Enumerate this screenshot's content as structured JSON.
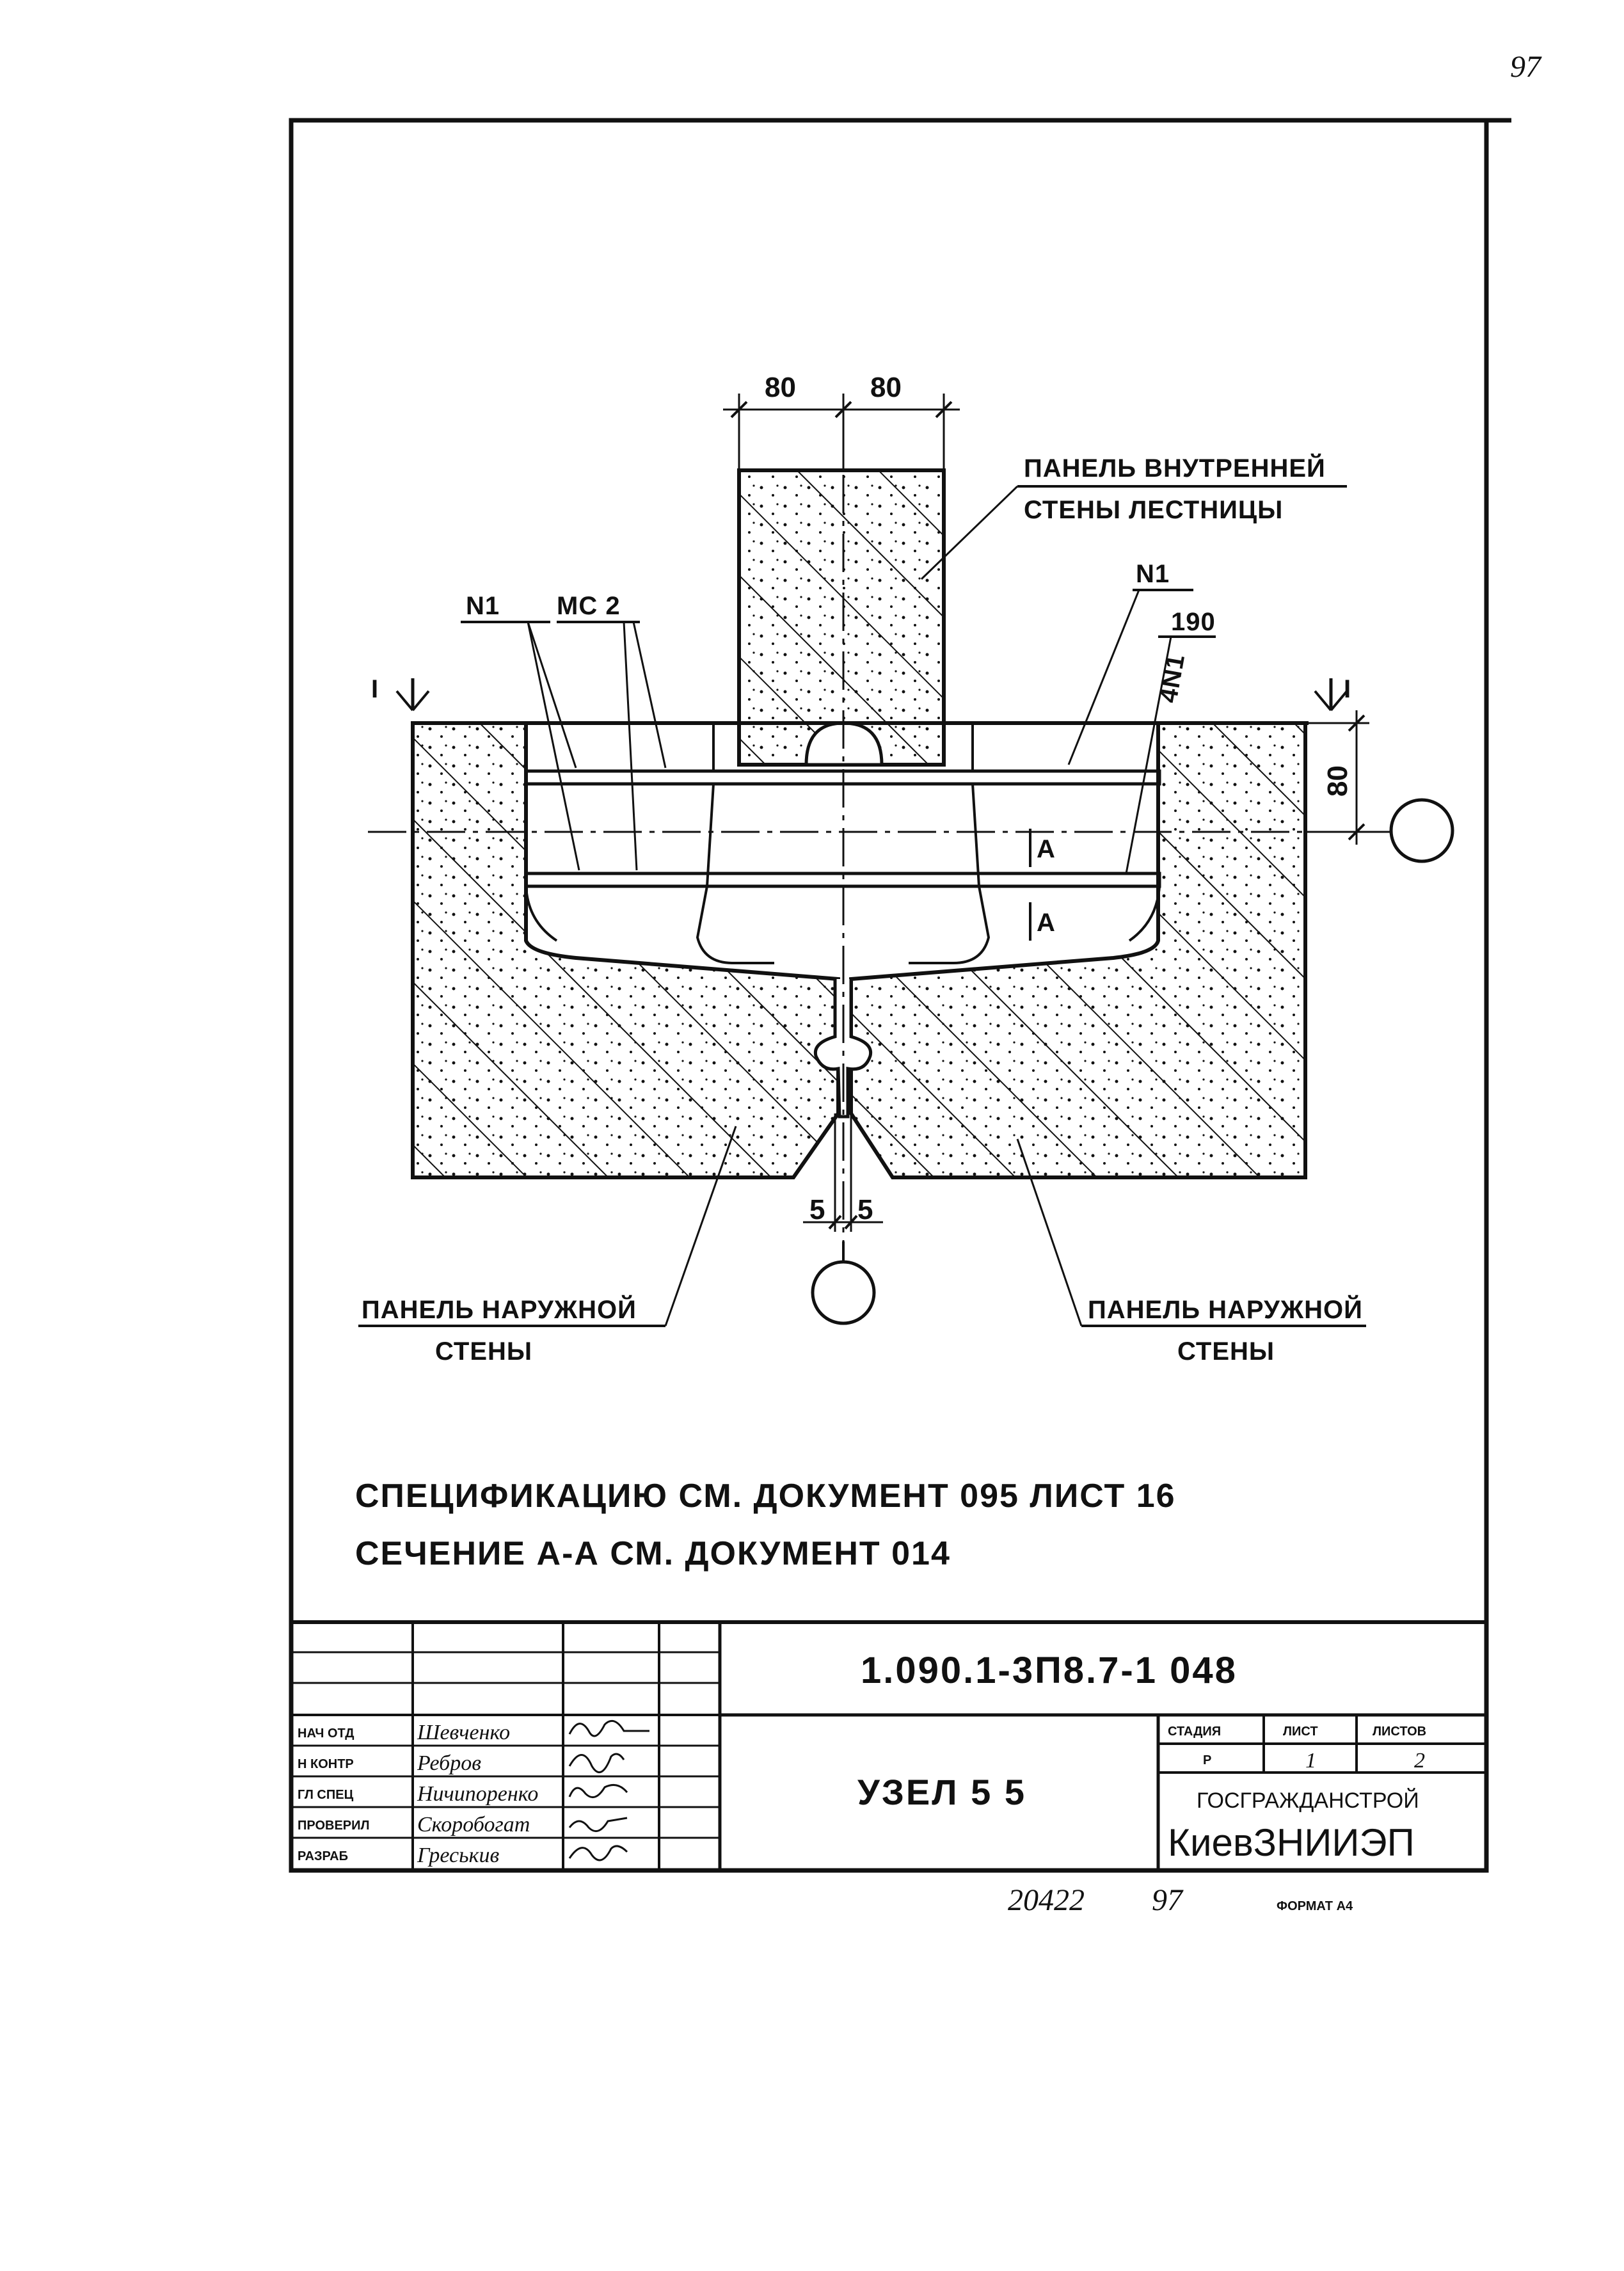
{
  "page": {
    "page_number_handwritten": "97",
    "format_label": "ФОРМАТ А4",
    "inventory_number": "20422",
    "inventory_sheet": "97"
  },
  "drawing": {
    "dims": {
      "top_left": "80",
      "top_right": "80",
      "right_vertical": "80",
      "bottom_left": "5",
      "bottom_right": "5"
    },
    "labels": {
      "inner_panel_line1": "ПАНЕЛЬ ВНУТРЕННЕЙ",
      "inner_panel_line2": "СТЕНЫ ЛЕСТНИЦЫ",
      "n1_left": "N1",
      "mc2": "МС 2",
      "n1_right": "N1",
      "mark_190": "190",
      "mark_4n1": "4N1",
      "section_left": "I",
      "section_right": "I",
      "section_a_upper": "A",
      "section_a_lower": "A",
      "outer_panel_left_line1": "ПАНЕЛЬ НАРУЖНОЙ",
      "outer_panel_left_line2": "СТЕНЫ",
      "outer_panel_right_line1": "ПАНЕЛЬ НАРУЖНОЙ",
      "outer_panel_right_line2": "СТЕНЫ"
    }
  },
  "notes": {
    "line1": "СПЕЦИФИКАЦИЮ  СМ. ДОКУМЕНТ 095 ЛИСТ 16",
    "line2": "СЕЧЕНИЕ  А-А СМ. ДОКУМЕНТ 014"
  },
  "title_block": {
    "doc_code": "1.090.1-3П8.7-1   048",
    "sheet_title": "УЗЕЛ 5 5",
    "stage_header": "СТАДИЯ",
    "sheet_header": "ЛИСТ",
    "sheets_header": "ЛИСТОВ",
    "stage_value": "Р",
    "sheet_value": "1",
    "sheets_value": "2",
    "org_line1": "ГОСГРАЖДАНСТРОЙ",
    "org_line2": "КиевЗНИИЭП",
    "roles": [
      {
        "role": "НАЧ ОТД",
        "name": "Шевченко"
      },
      {
        "role": "Н КОНТР",
        "name": "Ребров"
      },
      {
        "role": "ГЛ СПЕЦ",
        "name": "Ничипоренко"
      },
      {
        "role": "ПРОВЕРИЛ",
        "name": "Скоробогат"
      },
      {
        "role": "РАЗРАБ",
        "name": "Греськив"
      }
    ]
  }
}
